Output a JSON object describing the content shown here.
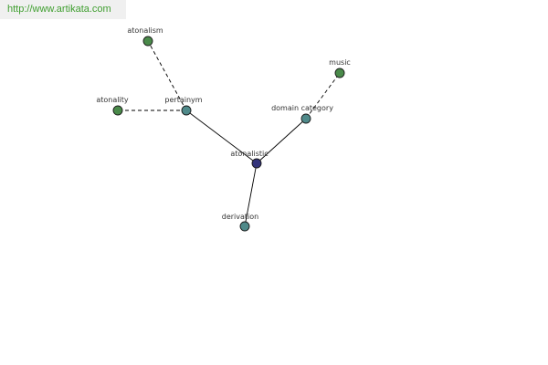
{
  "banner": {
    "url": "http://www.artikata.com"
  },
  "colors": {
    "center": "#33337a",
    "relation": "#4f8a8a",
    "term": "#4a8a4a",
    "banner_text": "#3f9e2f"
  },
  "graph": {
    "nodes": [
      {
        "id": "atonalistic",
        "label": "atonalistic",
        "kind": "center"
      },
      {
        "id": "pertainym",
        "label": "pertainym",
        "kind": "relation"
      },
      {
        "id": "domain-category",
        "label": "domain category",
        "kind": "relation"
      },
      {
        "id": "derivation",
        "label": "derivation",
        "kind": "relation"
      },
      {
        "id": "atonalism",
        "label": "atonalism",
        "kind": "term"
      },
      {
        "id": "atonality",
        "label": "atonality",
        "kind": "term"
      },
      {
        "id": "music",
        "label": "music",
        "kind": "term"
      }
    ],
    "edges": [
      {
        "from": "atonalistic",
        "to": "pertainym",
        "style": "solid"
      },
      {
        "from": "atonalistic",
        "to": "domain-category",
        "style": "solid"
      },
      {
        "from": "atonalistic",
        "to": "derivation",
        "style": "solid"
      },
      {
        "from": "pertainym",
        "to": "atonalism",
        "style": "dashed"
      },
      {
        "from": "pertainym",
        "to": "atonality",
        "style": "dashed"
      },
      {
        "from": "domain-category",
        "to": "music",
        "style": "dashed"
      }
    ]
  }
}
